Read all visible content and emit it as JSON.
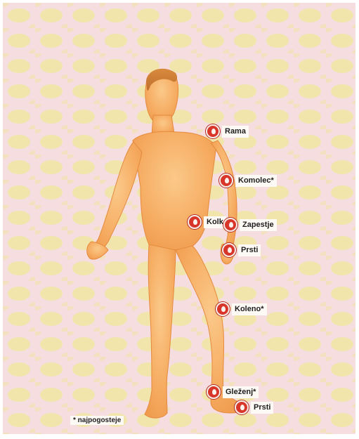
{
  "joints": [
    {
      "id": "rama",
      "label": "Rama"
    },
    {
      "id": "komolec",
      "label": "Komolec*"
    },
    {
      "id": "kolk",
      "label": "Kolk"
    },
    {
      "id": "zapestje",
      "label": "Zapestje"
    },
    {
      "id": "prsti-roka",
      "label": "Prsti"
    },
    {
      "id": "koleno",
      "label": "Koleno*"
    },
    {
      "id": "glezenj",
      "label": "Gleženj*"
    },
    {
      "id": "prsti-noga",
      "label": "Prsti"
    }
  ],
  "footnote": "* najpogosteje",
  "colors": {
    "background": "#f6dde0",
    "pattern": "#f1e6a3",
    "skin": "#f7b36e",
    "marker": "#d9362b"
  }
}
